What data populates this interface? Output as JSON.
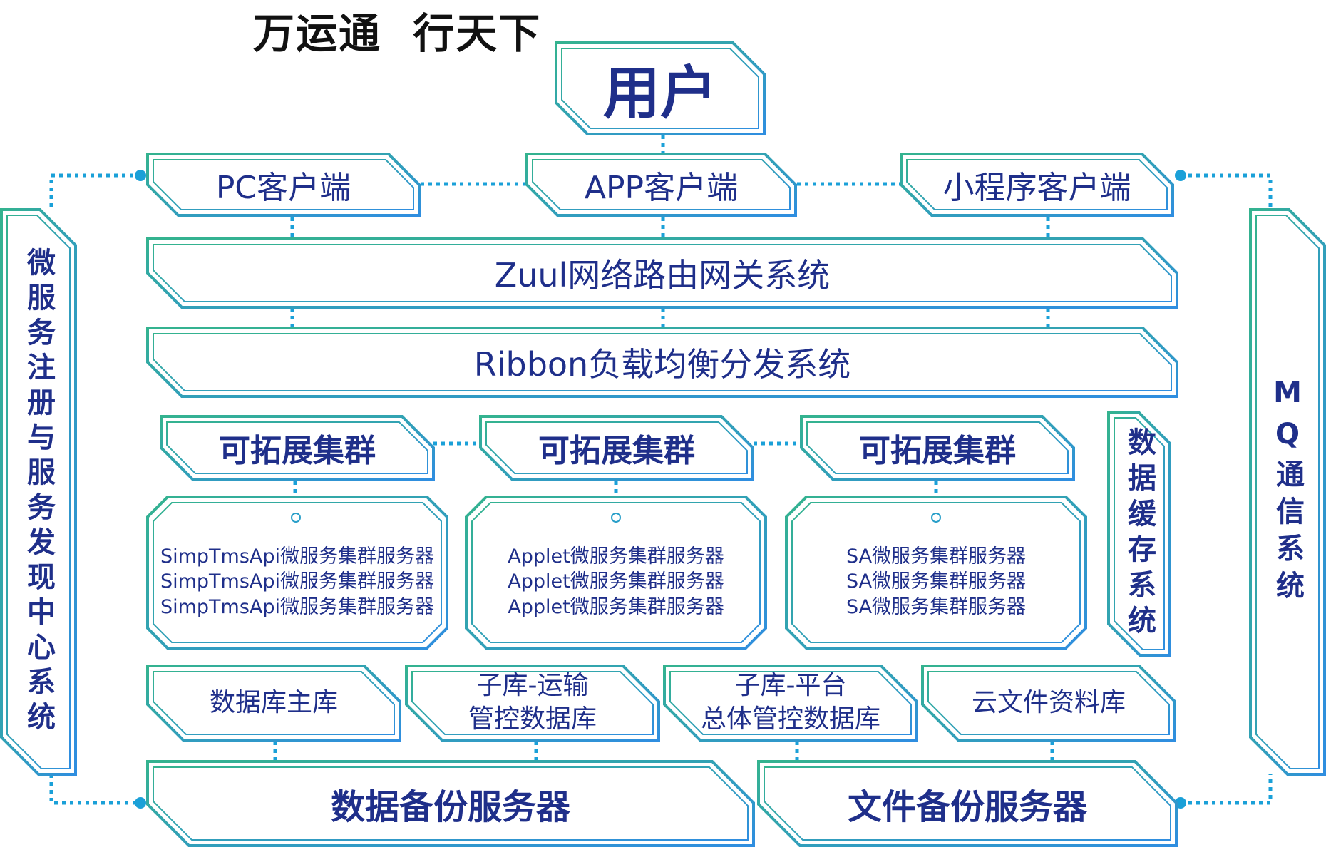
{
  "title": "万运通  行天下",
  "user": "用户",
  "clients": [
    "PC客户端",
    "APP客户端",
    "小程序客户端"
  ],
  "gateway": "Zuul网络路由网关系统",
  "balancer": "Ribbon负载均衡分发系统",
  "clusters": [
    "可拓展集群",
    "可拓展集群",
    "可拓展集群"
  ],
  "servers": [
    [
      "SimpTmsApi微服务集群服务器",
      "SimpTmsApi微服务集群服务器",
      "SimpTmsApi微服务集群服务器"
    ],
    [
      "Applet微服务集群服务器",
      "Applet微服务集群服务器",
      "Applet微服务集群服务器"
    ],
    [
      "SA微服务集群服务器",
      "SA微服务集群服务器",
      "SA微服务集群服务器"
    ]
  ],
  "databases": [
    [
      "数据库主库"
    ],
    [
      "子库-运输",
      "管控数据库"
    ],
    [
      "子库-平台",
      "总体管控数据库"
    ],
    [
      "云文件资料库"
    ]
  ],
  "backups": [
    "数据备份服务器",
    "文件备份服务器"
  ],
  "left_system": "微服务注册与服务发现中心系统",
  "right_system": "MQ通信系统",
  "cache_system": "数据缓存系统",
  "colors": {
    "text": "#1f2f8a",
    "border_start": "#34b38f",
    "border_end": "#2f8ee0",
    "connector": "#1aa0d8"
  }
}
